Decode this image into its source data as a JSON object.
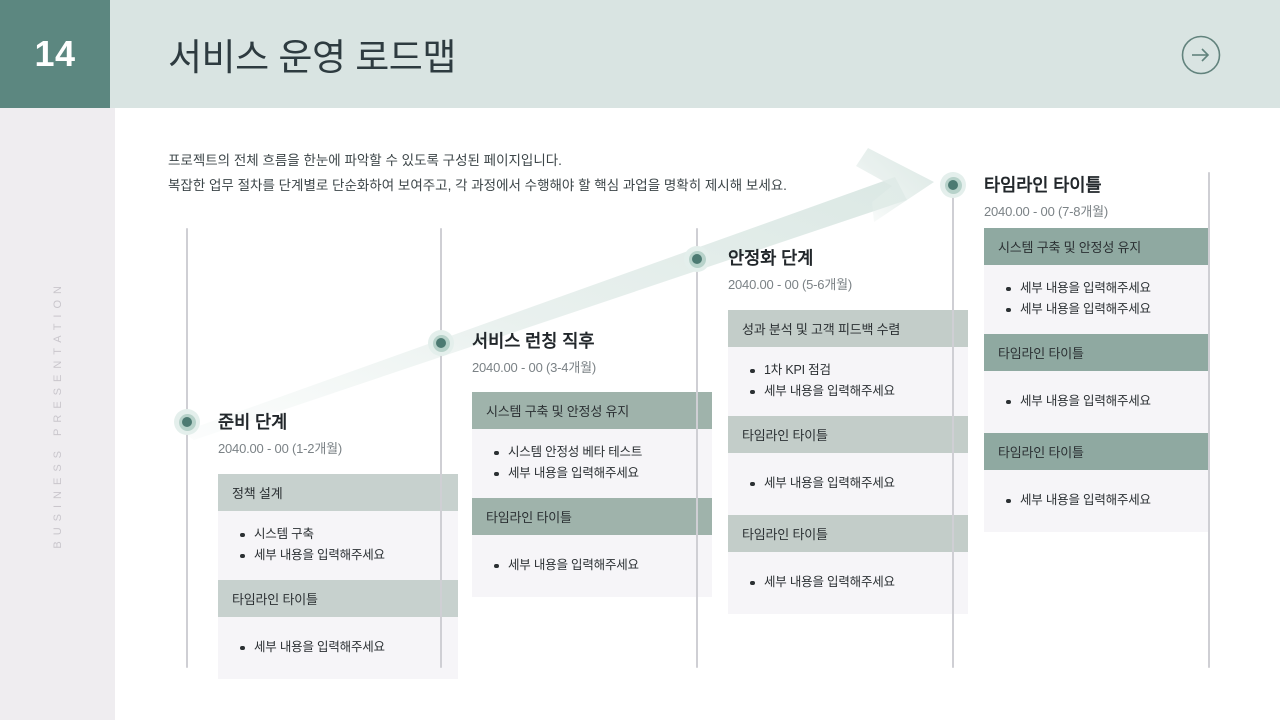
{
  "header": {
    "page_number": "14",
    "title": "서비스 운영 로드맵",
    "next_arrow_icon": "arrow-right-circle-icon",
    "band_color": "#d9e4e2",
    "number_block_color": "#5c8780"
  },
  "sidebar": {
    "vertical_label": "BUSINESS PRESENTATION",
    "background_color": "#efedf0"
  },
  "description": {
    "line1": "프로젝트의 전체 흐름을 한눈에 파악할 수 있도록 구성된 페이지입니다.",
    "line2": "복잡한 업무 절차를 단계별로 단순화하여 보여주고, 각 과정에서 수행해야 할 핵심 과업을 명확히 제시해 보세요."
  },
  "timeline": {
    "arrow_icon": "diagonal-progress-arrow-icon",
    "columns": [
      {
        "stage_title": "준비 단계",
        "stage_date": "2040.00 - 00 (1-2개월)",
        "header_color": "#c7d1ce",
        "sections": [
          {
            "header": "정책 설계",
            "items": [
              "시스템 구축",
              "세부 내용을 입력해주세요"
            ]
          },
          {
            "header": "타임라인 타이틀",
            "items": [
              "세부 내용을 입력해주세요"
            ]
          }
        ]
      },
      {
        "stage_title": "서비스 런칭 직후",
        "stage_date": "2040.00 - 00 (3-4개월)",
        "header_color": "#9fb3ab",
        "sections": [
          {
            "header": "시스템 구축 및 안정성 유지",
            "items": [
              "시스템 안정성 베타 테스트",
              "세부 내용을 입력해주세요"
            ]
          },
          {
            "header": "타임라인 타이틀",
            "items": [
              "세부 내용을 입력해주세요"
            ]
          }
        ]
      },
      {
        "stage_title": "안정화 단계",
        "stage_date": "2040.00 - 00 (5-6개월)",
        "header_color": "#c3cdc9",
        "sections": [
          {
            "header": "성과 분석 및 고객 피드백 수렴",
            "items": [
              "1차 KPI 점검",
              "세부 내용을 입력해주세요"
            ]
          },
          {
            "header": "타임라인 타이틀",
            "items": [
              "세부 내용을 입력해주세요"
            ]
          },
          {
            "header": "타임라인 타이틀",
            "items": [
              "세부 내용을 입력해주세요"
            ]
          }
        ]
      },
      {
        "stage_title": "타임라인 타이틀",
        "stage_date": "2040.00 - 00 (7-8개월)",
        "header_color": "#8fa9a1",
        "sections": [
          {
            "header": "시스템 구축 및 안정성 유지",
            "items": [
              "세부 내용을 입력해주세요",
              "세부 내용을 입력해주세요"
            ]
          },
          {
            "header": "타임라인 타이틀",
            "items": [
              "세부 내용을 입력해주세요"
            ]
          },
          {
            "header": "타임라인 타이틀",
            "items": [
              "세부 내용을 입력해주세요"
            ]
          }
        ]
      }
    ]
  }
}
